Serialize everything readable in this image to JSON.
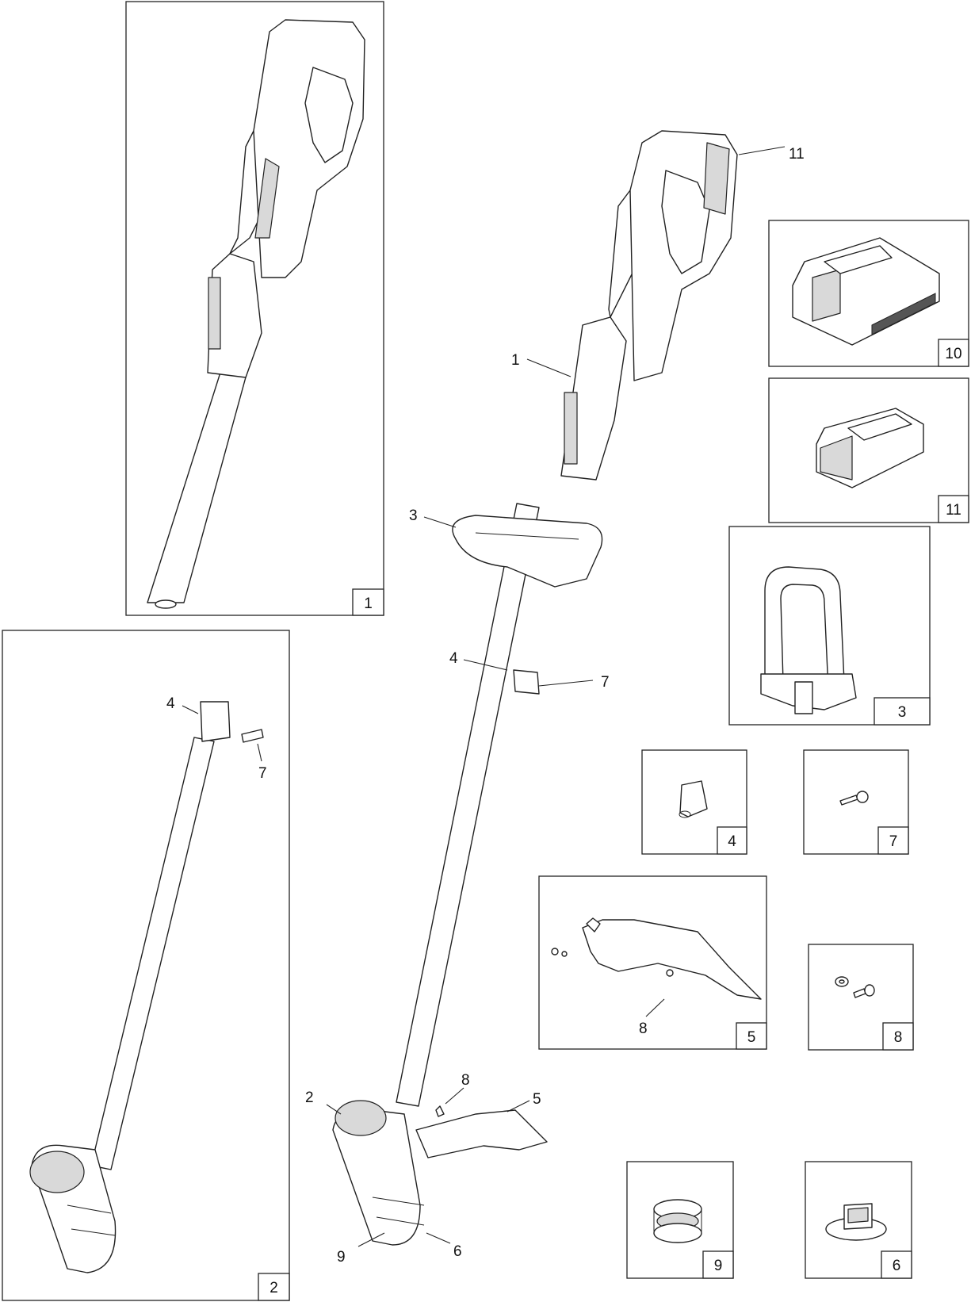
{
  "panels": [
    {
      "id": "p1",
      "tag": "1"
    },
    {
      "id": "p2",
      "tag": "2"
    },
    {
      "id": "p10",
      "tag": "10"
    },
    {
      "id": "p11",
      "tag": "11"
    },
    {
      "id": "p3",
      "tag": "3"
    },
    {
      "id": "p4",
      "tag": "4"
    },
    {
      "id": "p7",
      "tag": "7"
    },
    {
      "id": "p5",
      "tag": "5"
    },
    {
      "id": "p8",
      "tag": "8"
    },
    {
      "id": "p9",
      "tag": "9"
    },
    {
      "id": "p6",
      "tag": "6"
    }
  ],
  "callouts": {
    "main_11": "11",
    "main_1": "1",
    "main_3": "3",
    "main_4": "4",
    "main_7": "7",
    "main_2": "2",
    "main_8": "8",
    "main_5": "5",
    "main_9": "9",
    "main_6": "6",
    "p2_4": "4",
    "p2_7": "7",
    "p5_8": "8"
  }
}
